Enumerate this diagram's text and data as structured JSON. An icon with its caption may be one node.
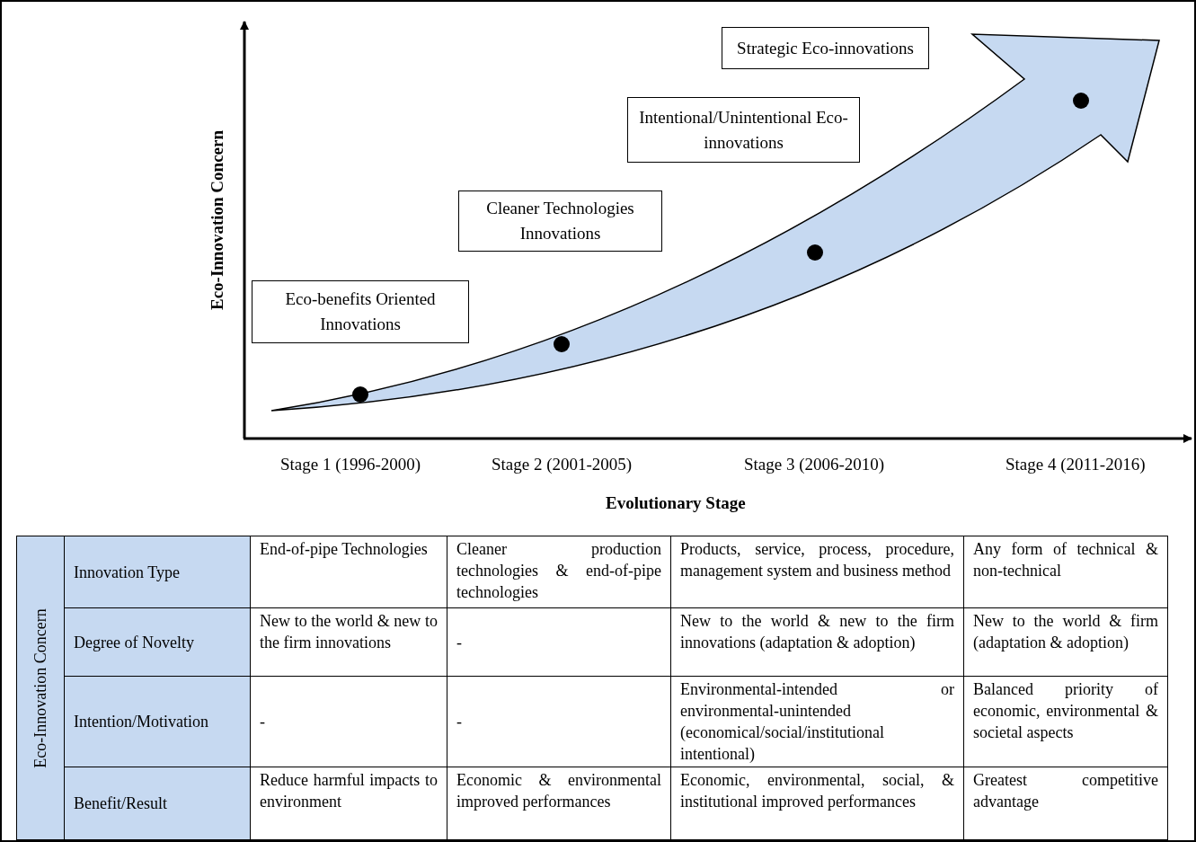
{
  "diagram": {
    "nodes": [
      {
        "text": [
          "Eco-benefits Oriented Innovations"
        ]
      },
      {
        "text": [
          "Cleaner Technologies Innovations"
        ]
      },
      {
        "text": [
          "Intentional/Unintentional Eco-innovations"
        ]
      },
      {
        "text": [
          "Strategic Eco-innovations"
        ]
      }
    ],
    "edges": [],
    "labels": [
      "Eco-Innovation Concern",
      "Stage 1 (1996-2000)",
      "Stage 2 (2001-2005)",
      "Stage 3 (2006-2010)",
      "Stage 4 (2011-2016)",
      "Evolutionary Stage",
      "Eco-Innovation Concern",
      "Innovation Type",
      "End-of-pipe Technologies",
      "Cleaner production technologies & end-of-pipe technologies",
      "Products, service, process, procedure, management system and business method",
      "Any form of technical & non-technical",
      "Degree of Novelty",
      "New to the world & new to the firm innovations",
      "-",
      "New to the world & new to the firm innovations (adaptation & adoption)",
      "New to the world & firm (adaptation & adoption)",
      "Intention/Motivation",
      "-",
      "-",
      "Environmental-intended or environmental-unintended (economical/social/institutional intentional)",
      "Balanced priority of economic, environmental & societal aspects",
      "Benefit/Result",
      "Reduce harmful impacts to environment",
      "Economic & environmental improved performances",
      "Economic, environmental, social, & institutional improved performances",
      "Greatest competitive advantage"
    ]
  }
}
